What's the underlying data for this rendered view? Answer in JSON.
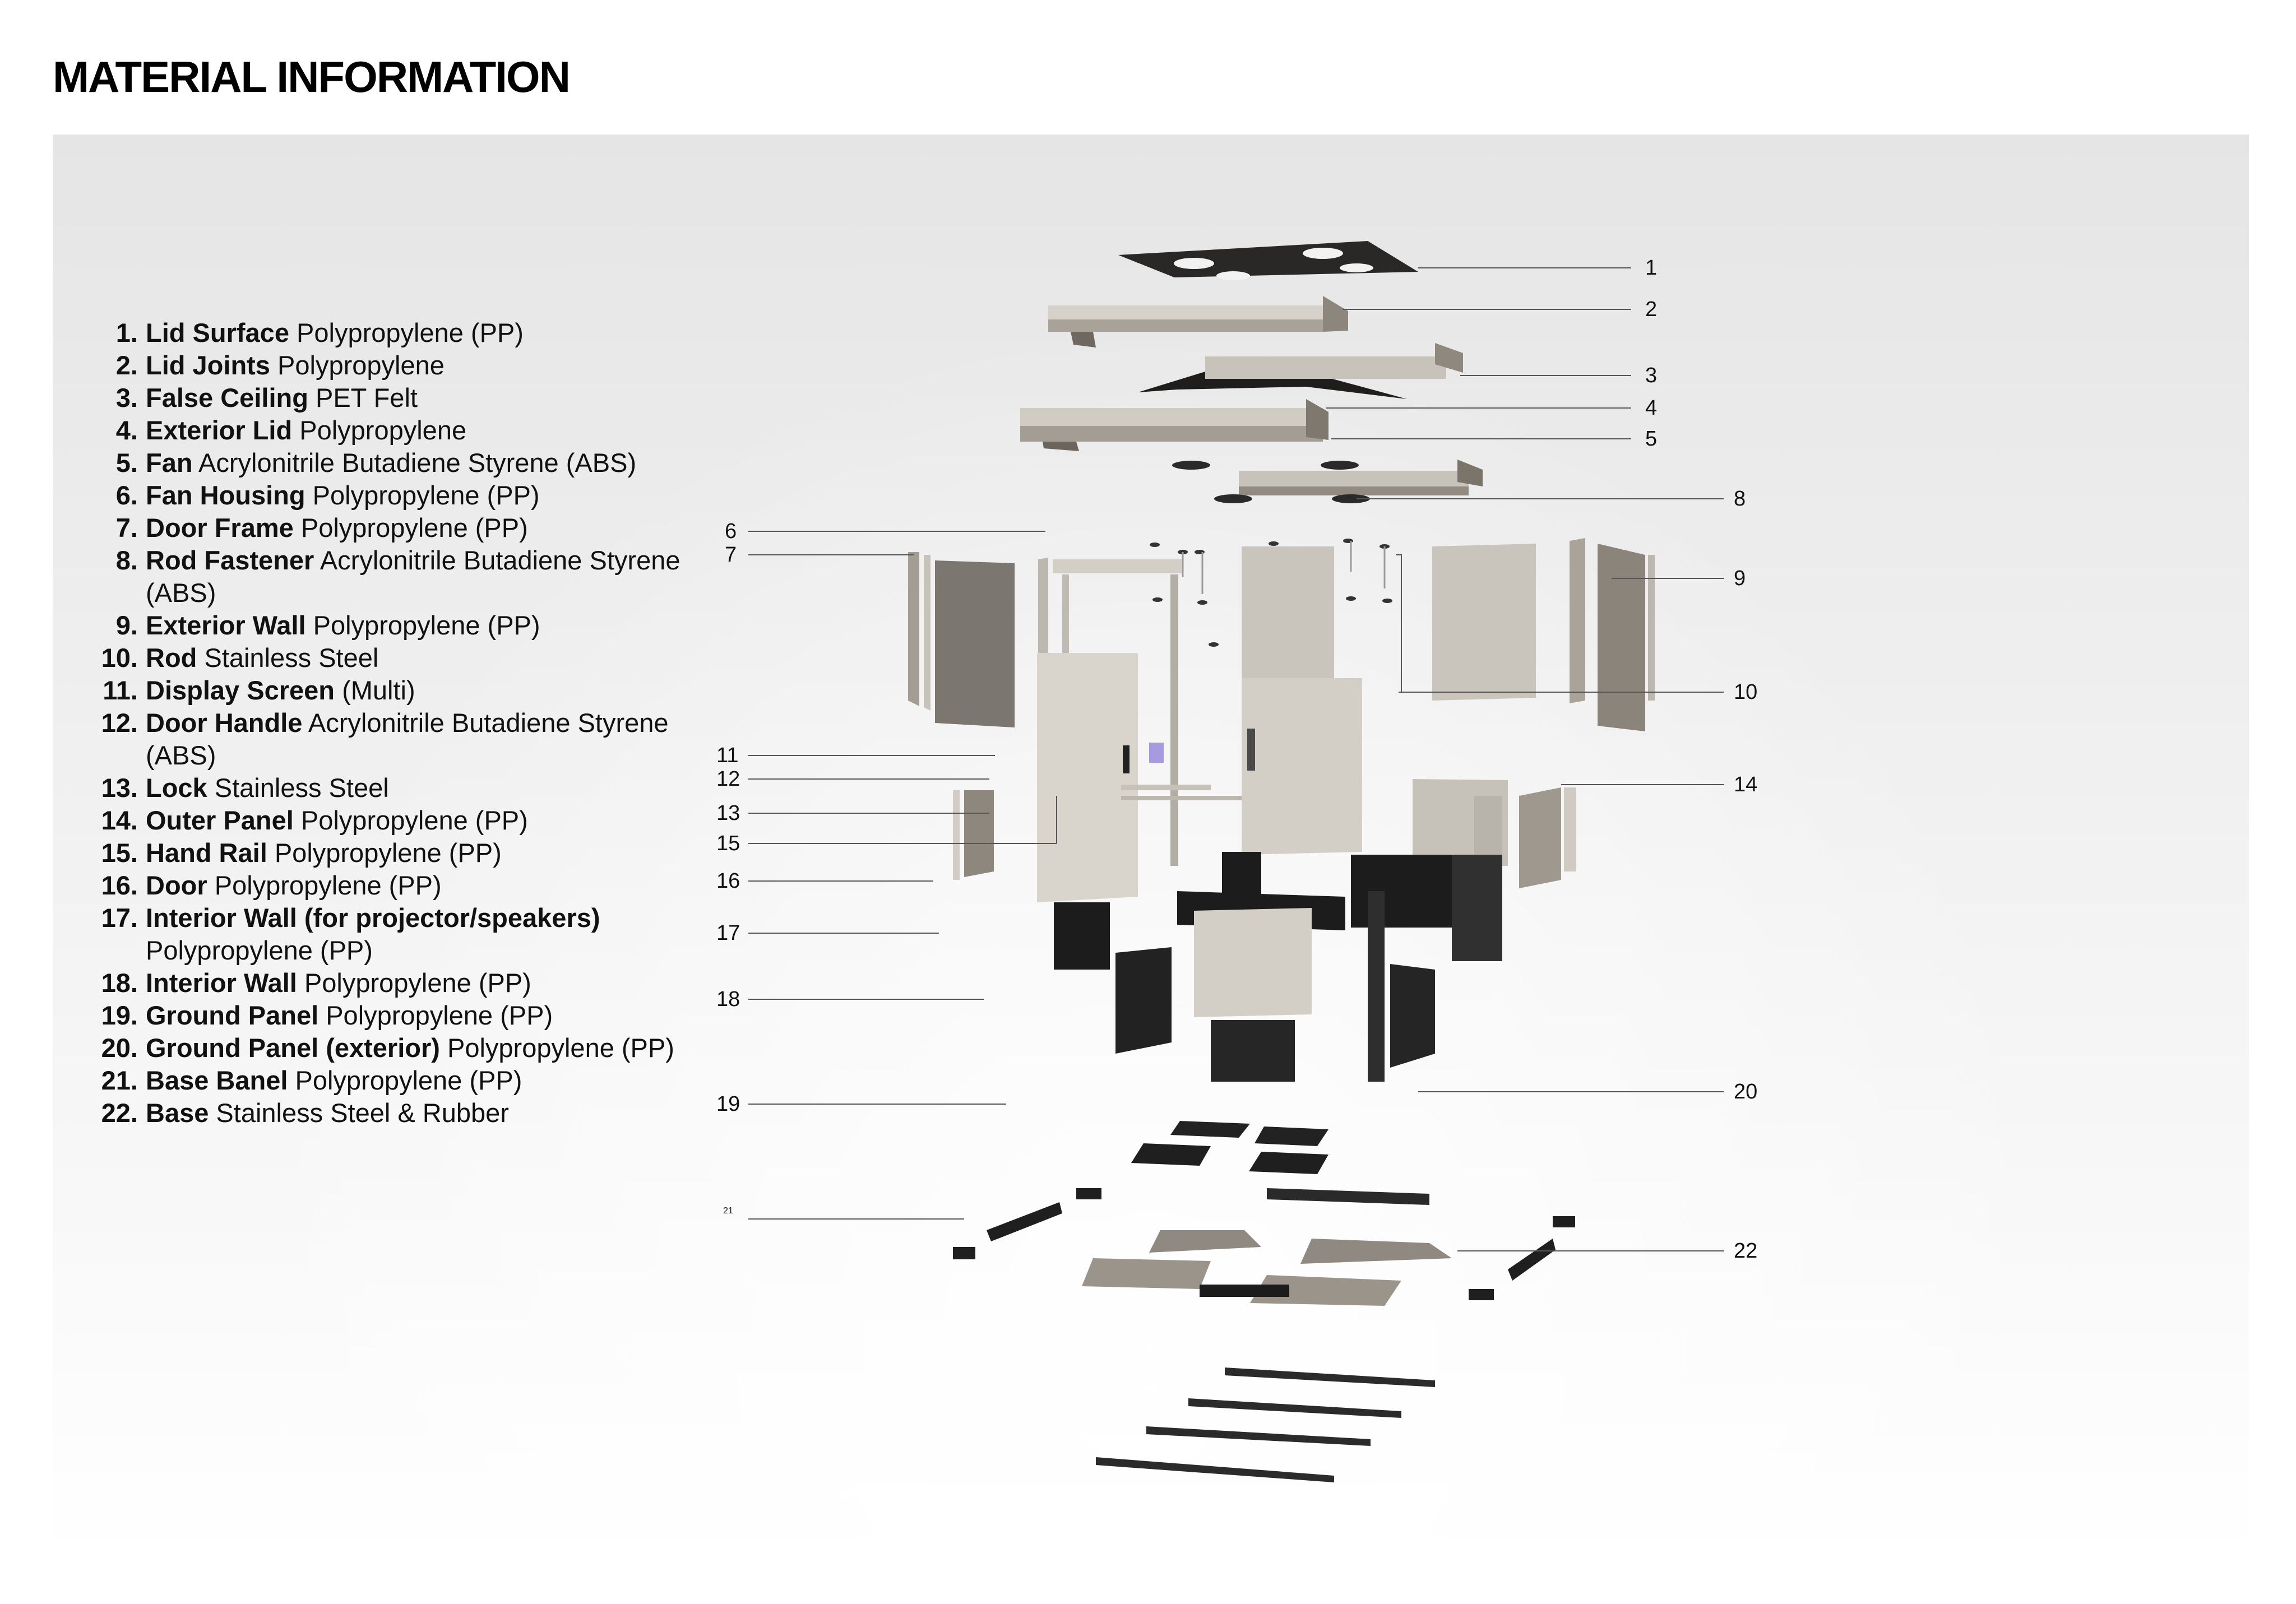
{
  "title": "MATERIAL INFORMATION",
  "legend": [
    {
      "num": "1.",
      "name": "Lid Surface",
      "material": "Polypropylene (PP)"
    },
    {
      "num": "2.",
      "name": "Lid Joints",
      "material": "Polypropylene"
    },
    {
      "num": "3.",
      "name": "False Ceiling",
      "material": "PET Felt"
    },
    {
      "num": "4.",
      "name": "Exterior Lid",
      "material": "Polypropylene"
    },
    {
      "num": "5.",
      "name": "Fan",
      "material": "Acrylonitrile Butadiene Styrene (ABS)"
    },
    {
      "num": "6.",
      "name": "Fan Housing",
      "material": "Polypropylene (PP)"
    },
    {
      "num": "7.",
      "name": "Door Frame",
      "material": "Polypropylene (PP)"
    },
    {
      "num": "8.",
      "name": "Rod Fastener",
      "material": "Acrylonitrile Butadiene Styrene (ABS)"
    },
    {
      "num": "9.",
      "name": "Exterior Wall",
      "material": "Polypropylene (PP)"
    },
    {
      "num": "10.",
      "name": "Rod",
      "material": "Stainless Steel"
    },
    {
      "num": "11.",
      "name": "Display Screen",
      "material": "(Multi)"
    },
    {
      "num": "12.",
      "name": "Door Handle",
      "material": "Acrylonitrile Butadiene Styrene (ABS)"
    },
    {
      "num": "13.",
      "name": "Lock",
      "material": "Stainless Steel"
    },
    {
      "num": "14.",
      "name": "Outer Panel",
      "material": "Polypropylene (PP)"
    },
    {
      "num": "15.",
      "name": "Hand Rail",
      "material": "Polypropylene (PP)"
    },
    {
      "num": "16.",
      "name": "Door",
      "material": "Polypropylene (PP)"
    },
    {
      "num": "17.",
      "name": "Interior Wall (for projector/speakers)",
      "material": "Polypropylene (PP)"
    },
    {
      "num": "18.",
      "name": "Interior Wall",
      "material": "Polypropylene (PP)"
    },
    {
      "num": "19.",
      "name": "Ground Panel",
      "material": "Polypropylene (PP)"
    },
    {
      "num": "20.",
      "name": "Ground Panel (exterior)",
      "material": "Polypropylene (PP)"
    },
    {
      "num": "21.",
      "name": "Base Banel",
      "material": "Polypropylene (PP)"
    },
    {
      "num": "22.",
      "name": "Base",
      "material": "Stainless Steel & Rubber"
    }
  ],
  "callouts": [
    "1",
    "2",
    "3",
    "4",
    "5",
    "6",
    "7",
    "8",
    "9",
    "10",
    "11",
    "12",
    "13",
    "14",
    "15",
    "16",
    "17",
    "18",
    "19",
    "20",
    "21",
    "22"
  ],
  "colors": {
    "panel_light": "#c9c5bd",
    "panel_mid": "#8d8780",
    "panel_dark": "#2b2b2b",
    "panel_black": "#1c1c1c",
    "leader_line": "#555555"
  }
}
